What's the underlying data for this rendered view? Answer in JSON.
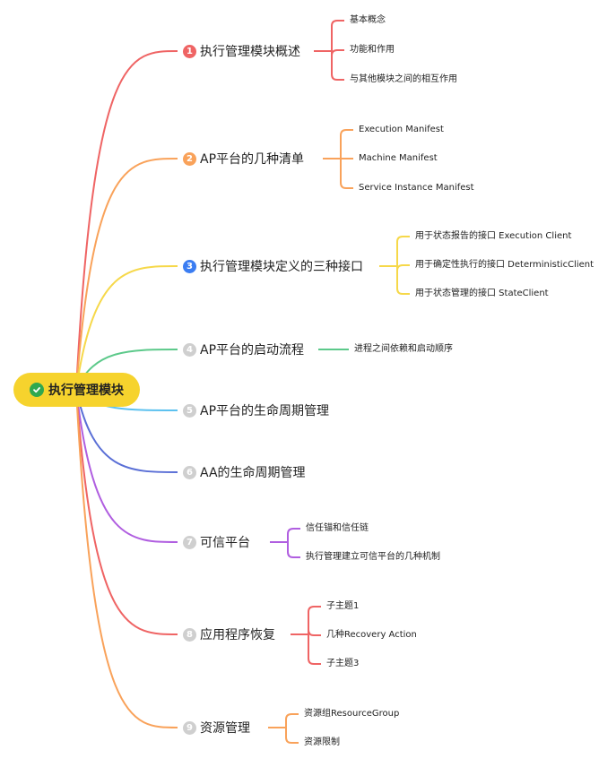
{
  "root": {
    "label": "执行管理模块",
    "color": "#f6d32d",
    "icon": "check-circle-icon"
  },
  "branches": [
    {
      "number": "1",
      "label": "执行管理模块概述",
      "color": "#ef6464",
      "badge_color": "#ef6464",
      "children": [
        "基本概念",
        "功能和作用",
        "与其他模块之间的相互作用"
      ]
    },
    {
      "number": "2",
      "label": "AP平台的几种清单",
      "color": "#f9a25a",
      "badge_color": "#f9a25a",
      "children": [
        "Execution Manifest",
        "Machine Manifest",
        "Service Instance Manifest"
      ]
    },
    {
      "number": "3",
      "label": "执行管理模块定义的三种接口",
      "color": "#f6d84a",
      "badge_color": "#3b7df2",
      "children": [
        "用于状态报告的接口 Execution Client",
        "用于确定性执行的接口 DeterministicClient",
        "用于状态管理的接口 StateClient"
      ]
    },
    {
      "number": "4",
      "label": "AP平台的启动流程",
      "color": "#5cc98a",
      "badge_color": "#cfcfcf",
      "children": [
        "进程之间依赖和启动顺序"
      ]
    },
    {
      "number": "5",
      "label": "AP平台的生命周期管理",
      "color": "#5cc1ef",
      "badge_color": "#cfcfcf",
      "children": []
    },
    {
      "number": "6",
      "label": "AA的生命周期管理",
      "color": "#5a6fd6",
      "badge_color": "#cfcfcf",
      "children": []
    },
    {
      "number": "7",
      "label": "可信平台",
      "color": "#b05ee0",
      "badge_color": "#cfcfcf",
      "children": [
        "信任锚和信任链",
        "执行管理建立可信平台的几种机制"
      ]
    },
    {
      "number": "8",
      "label": "应用程序恢复",
      "color": "#ef6464",
      "badge_color": "#cfcfcf",
      "children": [
        "子主题1",
        "几种Recovery Action",
        "子主题3"
      ]
    },
    {
      "number": "9",
      "label": "资源管理",
      "color": "#f9a25a",
      "badge_color": "#cfcfcf",
      "children": [
        "资源组ResourceGroup",
        "资源限制"
      ]
    }
  ]
}
